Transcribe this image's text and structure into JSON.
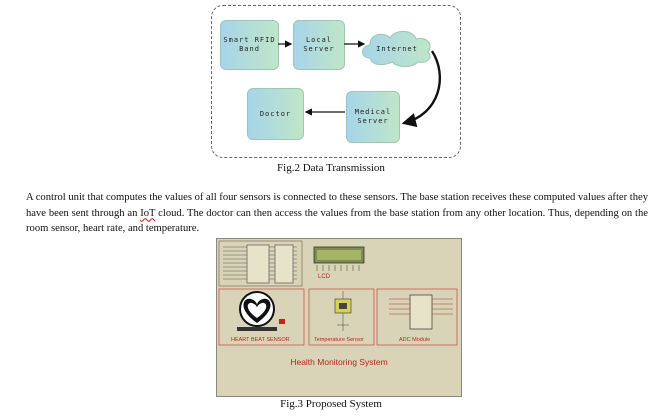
{
  "fig2": {
    "nodes": {
      "rfid": "Smart RFID\nBand",
      "local": "Local\nServer",
      "internet": "Internet",
      "medical": "Medical\nServer",
      "doctor": "Doctor"
    },
    "caption": "Fig.2 Data Transmission"
  },
  "paragraph": {
    "part1": "A control unit that computes the values of all four sensors is connected to these sensors. The base station receives these computed values after they have been sent through an ",
    "iot": "IoT",
    "part2": " cloud. The doctor can then access the values from the base station from any other location. Thus, depending on the room sensor, heart rate, and temperature."
  },
  "fig3": {
    "labels": {
      "lcd": "LCD",
      "heart": "HEART BEAT SENSOR",
      "temp": "Temperature Sensor",
      "adc": "ADC Module",
      "title": "Health Monitoring System"
    },
    "caption": "Fig.3 Proposed System"
  },
  "colors": {
    "node_left": "#a7d4ea",
    "node_right": "#bfe6c8",
    "schematic_bg": "#d9d4b8",
    "schematic_text": "#b5281c"
  }
}
